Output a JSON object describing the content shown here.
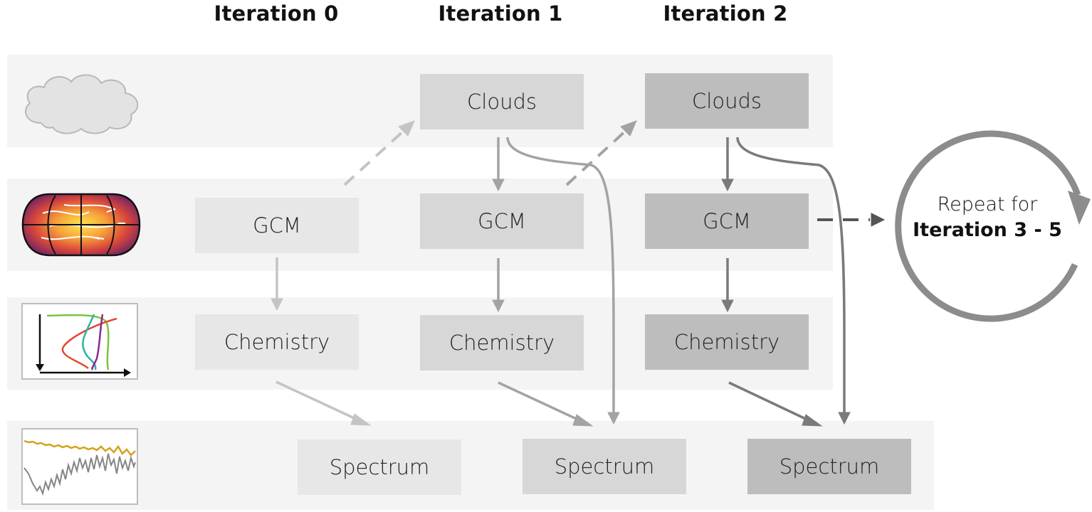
{
  "headers": [
    "Iteration 0",
    "Iteration 1",
    "Iteration 2"
  ],
  "iteration0": {
    "gcm": "GCM",
    "chemistry": "Chemistry",
    "spectrum": "Spectrum"
  },
  "iteration1": {
    "clouds": "Clouds",
    "gcm": "GCM",
    "chemistry": "Chemistry",
    "spectrum": "Spectrum"
  },
  "iteration2": {
    "clouds": "Clouds",
    "gcm": "GCM",
    "chemistry": "Chemistry",
    "spectrum": "Spectrum"
  },
  "repeat": {
    "line1": "Repeat for",
    "line2": "Iteration 3 - 5"
  },
  "icons": [
    "cloud-icon",
    "gcm-map-icon",
    "chemistry-profile-icon",
    "spectrum-plot-icon"
  ],
  "colors": {
    "band": "#f4f4f4",
    "iteration0": "#e7e7e7",
    "iteration1": "#d7d7d7",
    "iteration2": "#bdbdbd",
    "arrow0": "#c4c4c4",
    "arrow1": "#a3a3a3",
    "arrow2": "#7a7a7a",
    "loop": "#8c8c8c"
  }
}
